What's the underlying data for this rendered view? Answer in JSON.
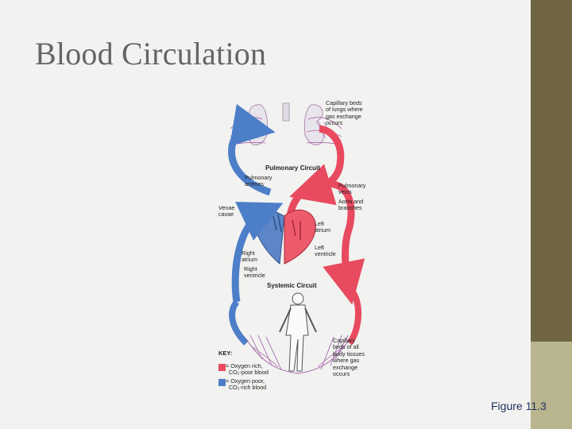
{
  "slide": {
    "title": "Blood Circulation",
    "figure_label": "Figure 11.3"
  },
  "diagram": {
    "labels": {
      "capillary_lungs": "Capillary beds\nof lungs where\ngas exchange\noccurs",
      "pulmonary_circuit": "Pulmonary Circuit",
      "pulmonary_arteries": "Pulmonary\narteries",
      "pulmonary_veins": "Pulmonary\nveins",
      "aorta": "Aorta and\nbranches",
      "venae_cavae": "Venae\ncavae",
      "left_atrium": "Left\natrium",
      "left_ventricle": "Left\nventricle",
      "right_atrium": "Right\natrium",
      "right_ventricle": "Right\nventricle",
      "systemic_circuit": "Systemic Circuit",
      "capillary_body": "Capillary\nbeds of all\nbody tissues\nwhere gas\nexchange\noccurs"
    },
    "key": {
      "title": "KEY:",
      "oxygen_rich": "= Oxygen rich,\n  CO₂-poor blood",
      "oxygen_poor": "= Oxygen poor,\n  CO₂-rich blood",
      "oxygen_rich_color": "#e84a5f",
      "oxygen_poor_color": "#4d7fc9"
    }
  },
  "colors": {
    "background": "#f2f2f0",
    "band_dark": "#6f6543",
    "band_light": "#b8b58f",
    "title": "#656565",
    "figure_label": "#1f2f5f"
  }
}
